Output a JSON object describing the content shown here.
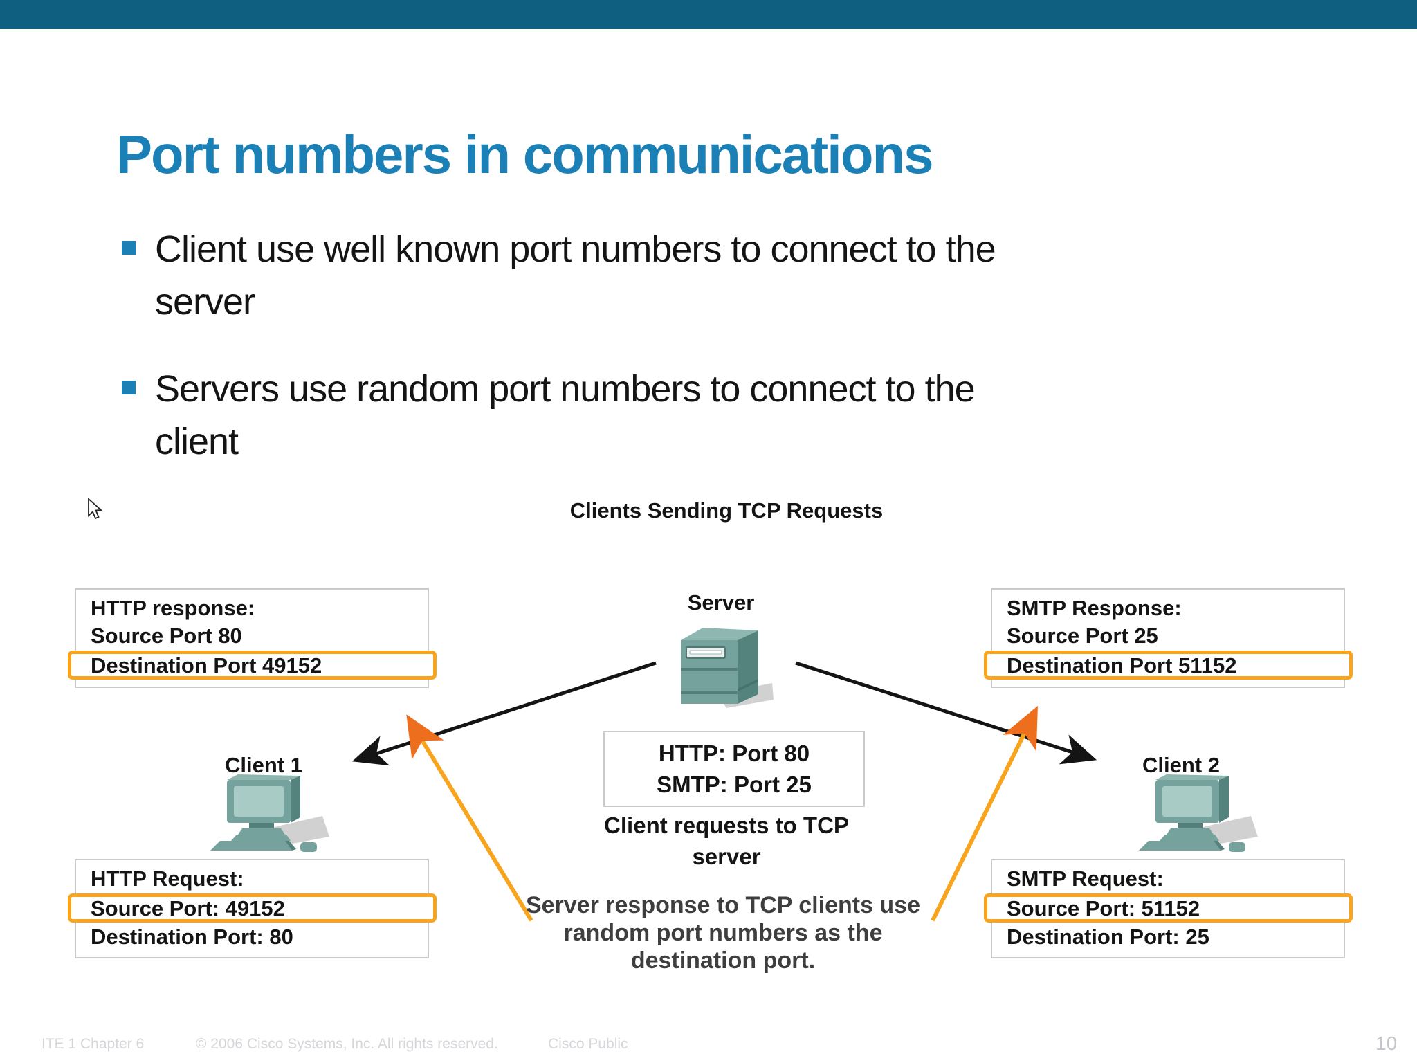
{
  "colors": {
    "top_bar": "#0e5f80",
    "title_blue": "#1a80b6",
    "text_black": "#141414",
    "note_gray": "#3e3e3e",
    "accent_orange": "#f8a41c",
    "arrowhead_orange": "#ed6f1e",
    "arrow_black": "#141414",
    "box_border_gray": "#cacaca",
    "teal_front": "#76a29d",
    "teal_side": "#54827d",
    "teal_top": "#8fb7b2",
    "teal_screen": "#a9cbc6",
    "shadow_gray": "#c2c2c2",
    "footer_gray": "#d6d6da",
    "page_number_gray": "#c4c4ca"
  },
  "header": {
    "title": "Port numbers in communications"
  },
  "bullets": [
    {
      "lines": [
        "Client use well known port numbers to connect to the",
        "server"
      ]
    },
    {
      "lines": [
        "Servers use random port numbers to connect to the",
        "client"
      ]
    }
  ],
  "diagram": {
    "heading": "Clients Sending TCP Requests",
    "server_label": "Server",
    "client1_label": "Client 1",
    "client2_label": "Client 2",
    "http_response": {
      "lines": [
        "HTTP response:",
        "Source Port 80",
        "Destination Port 49152"
      ],
      "highlighted_line": "Destination Port 49152"
    },
    "smtp_response": {
      "lines": [
        "SMTP Response:",
        "Source Port 25",
        "Destination Port 51152"
      ],
      "highlighted_line": "Destination Port 51152"
    },
    "ports_box": {
      "lines": [
        "HTTP: Port 80",
        "SMTP: Port 25"
      ]
    },
    "caption_lines": [
      "Client requests to TCP",
      "server"
    ],
    "note_lines": [
      "Server response to TCP clients use",
      "random port numbers as the",
      "destination port."
    ],
    "http_request": {
      "lines": [
        "HTTP Request:",
        "Source Port: 49152",
        "Destination Port: 80"
      ],
      "highlighted_line": "Source Port: 49152"
    },
    "smtp_request": {
      "lines": [
        "SMTP Request:",
        "Source Port: 51152",
        "Destination Port: 25"
      ],
      "highlighted_line": "Source Port: 51152"
    }
  },
  "footer": {
    "left": "ITE 1 Chapter 6",
    "copyright": "© 2006 Cisco Systems, Inc. All rights reserved.",
    "classification": "Cisco Public",
    "page_number": "10"
  }
}
